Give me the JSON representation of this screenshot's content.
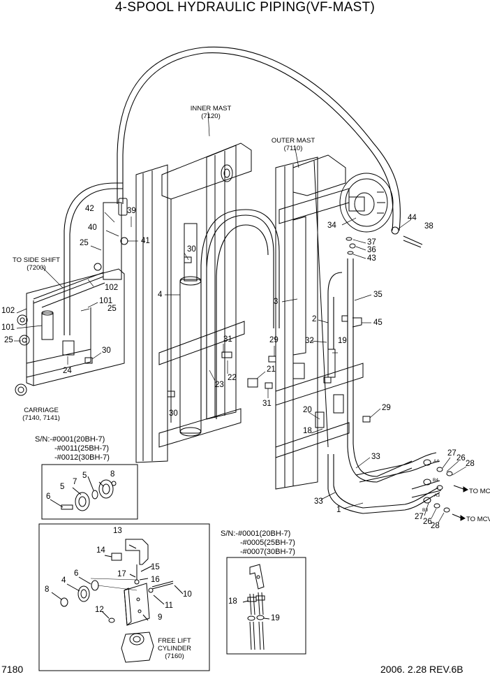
{
  "title": "4-SPOOL HYDRAULIC PIPING(VF-MAST)",
  "page_code": "7180",
  "revision": "2006. 2.28  REV.6B",
  "notes": {
    "inner_mast": [
      "INNER MAST",
      "(7120)"
    ],
    "outer_mast": [
      "OUTER MAST",
      "(7110)"
    ],
    "side_shift": [
      "TO SIDE SHIFT",
      "(7200)"
    ],
    "carriage": [
      "CARRIAGE",
      "(7140, 7141)"
    ],
    "free_lift": [
      "FREE LIFT",
      "CYLINDER",
      "(7160)"
    ],
    "to_mcv_1": "TO MCV",
    "to_mcv_2": "TO MCV"
  },
  "serial_notes": {
    "roller_detail": [
      "S/N:-#0001(20BH-7)",
      "-#0011(25BH-7)",
      "-#0012(30BH-7)"
    ],
    "bracket_detail": [
      "S/N:-#0001(20BH-7)",
      "-#0005(25BH-7)",
      "-#0007(30BH-7)"
    ]
  },
  "port_labels": [
    "A4",
    "B4",
    "A3",
    "B3"
  ],
  "part_numbers": {
    "p42": "42",
    "p39": "39",
    "p40": "40",
    "p41": "41",
    "p25a": "25",
    "p30a": "30",
    "p4a": "4",
    "p102a": "102",
    "p102b": "102",
    "p101a": "101",
    "p25b": "25",
    "p101b": "101",
    "p25c": "25",
    "p30b": "30",
    "p24": "24",
    "p31a": "31",
    "p22": "22",
    "p23": "23",
    "p30c": "30",
    "p21": "21",
    "p31b": "31",
    "p29a": "29",
    "p32": "32",
    "p19a": "19",
    "p3": "3",
    "p2": "2",
    "p44": "44",
    "p38": "38",
    "p34": "34",
    "p37": "37",
    "p36": "36",
    "p43": "43",
    "p35": "35",
    "p45": "45",
    "p29b": "29",
    "p20": "20",
    "p18a": "18",
    "p33a": "33",
    "p27a": "27",
    "p26a": "26",
    "p28a": "28",
    "p33b": "33",
    "p1": "1",
    "p27b": "27",
    "p26b": "26",
    "p28b": "28",
    "p5a": "5",
    "p7": "7",
    "p8a": "8",
    "p5b": "5",
    "p6a": "6",
    "p13": "13",
    "p14": "14",
    "p15": "15",
    "p17": "17",
    "p16": "16",
    "p4b": "4",
    "p6b": "6",
    "p10": "10",
    "p8b": "8",
    "p11": "11",
    "p12": "12",
    "p9": "9",
    "p18b": "18",
    "p19b": "19"
  }
}
